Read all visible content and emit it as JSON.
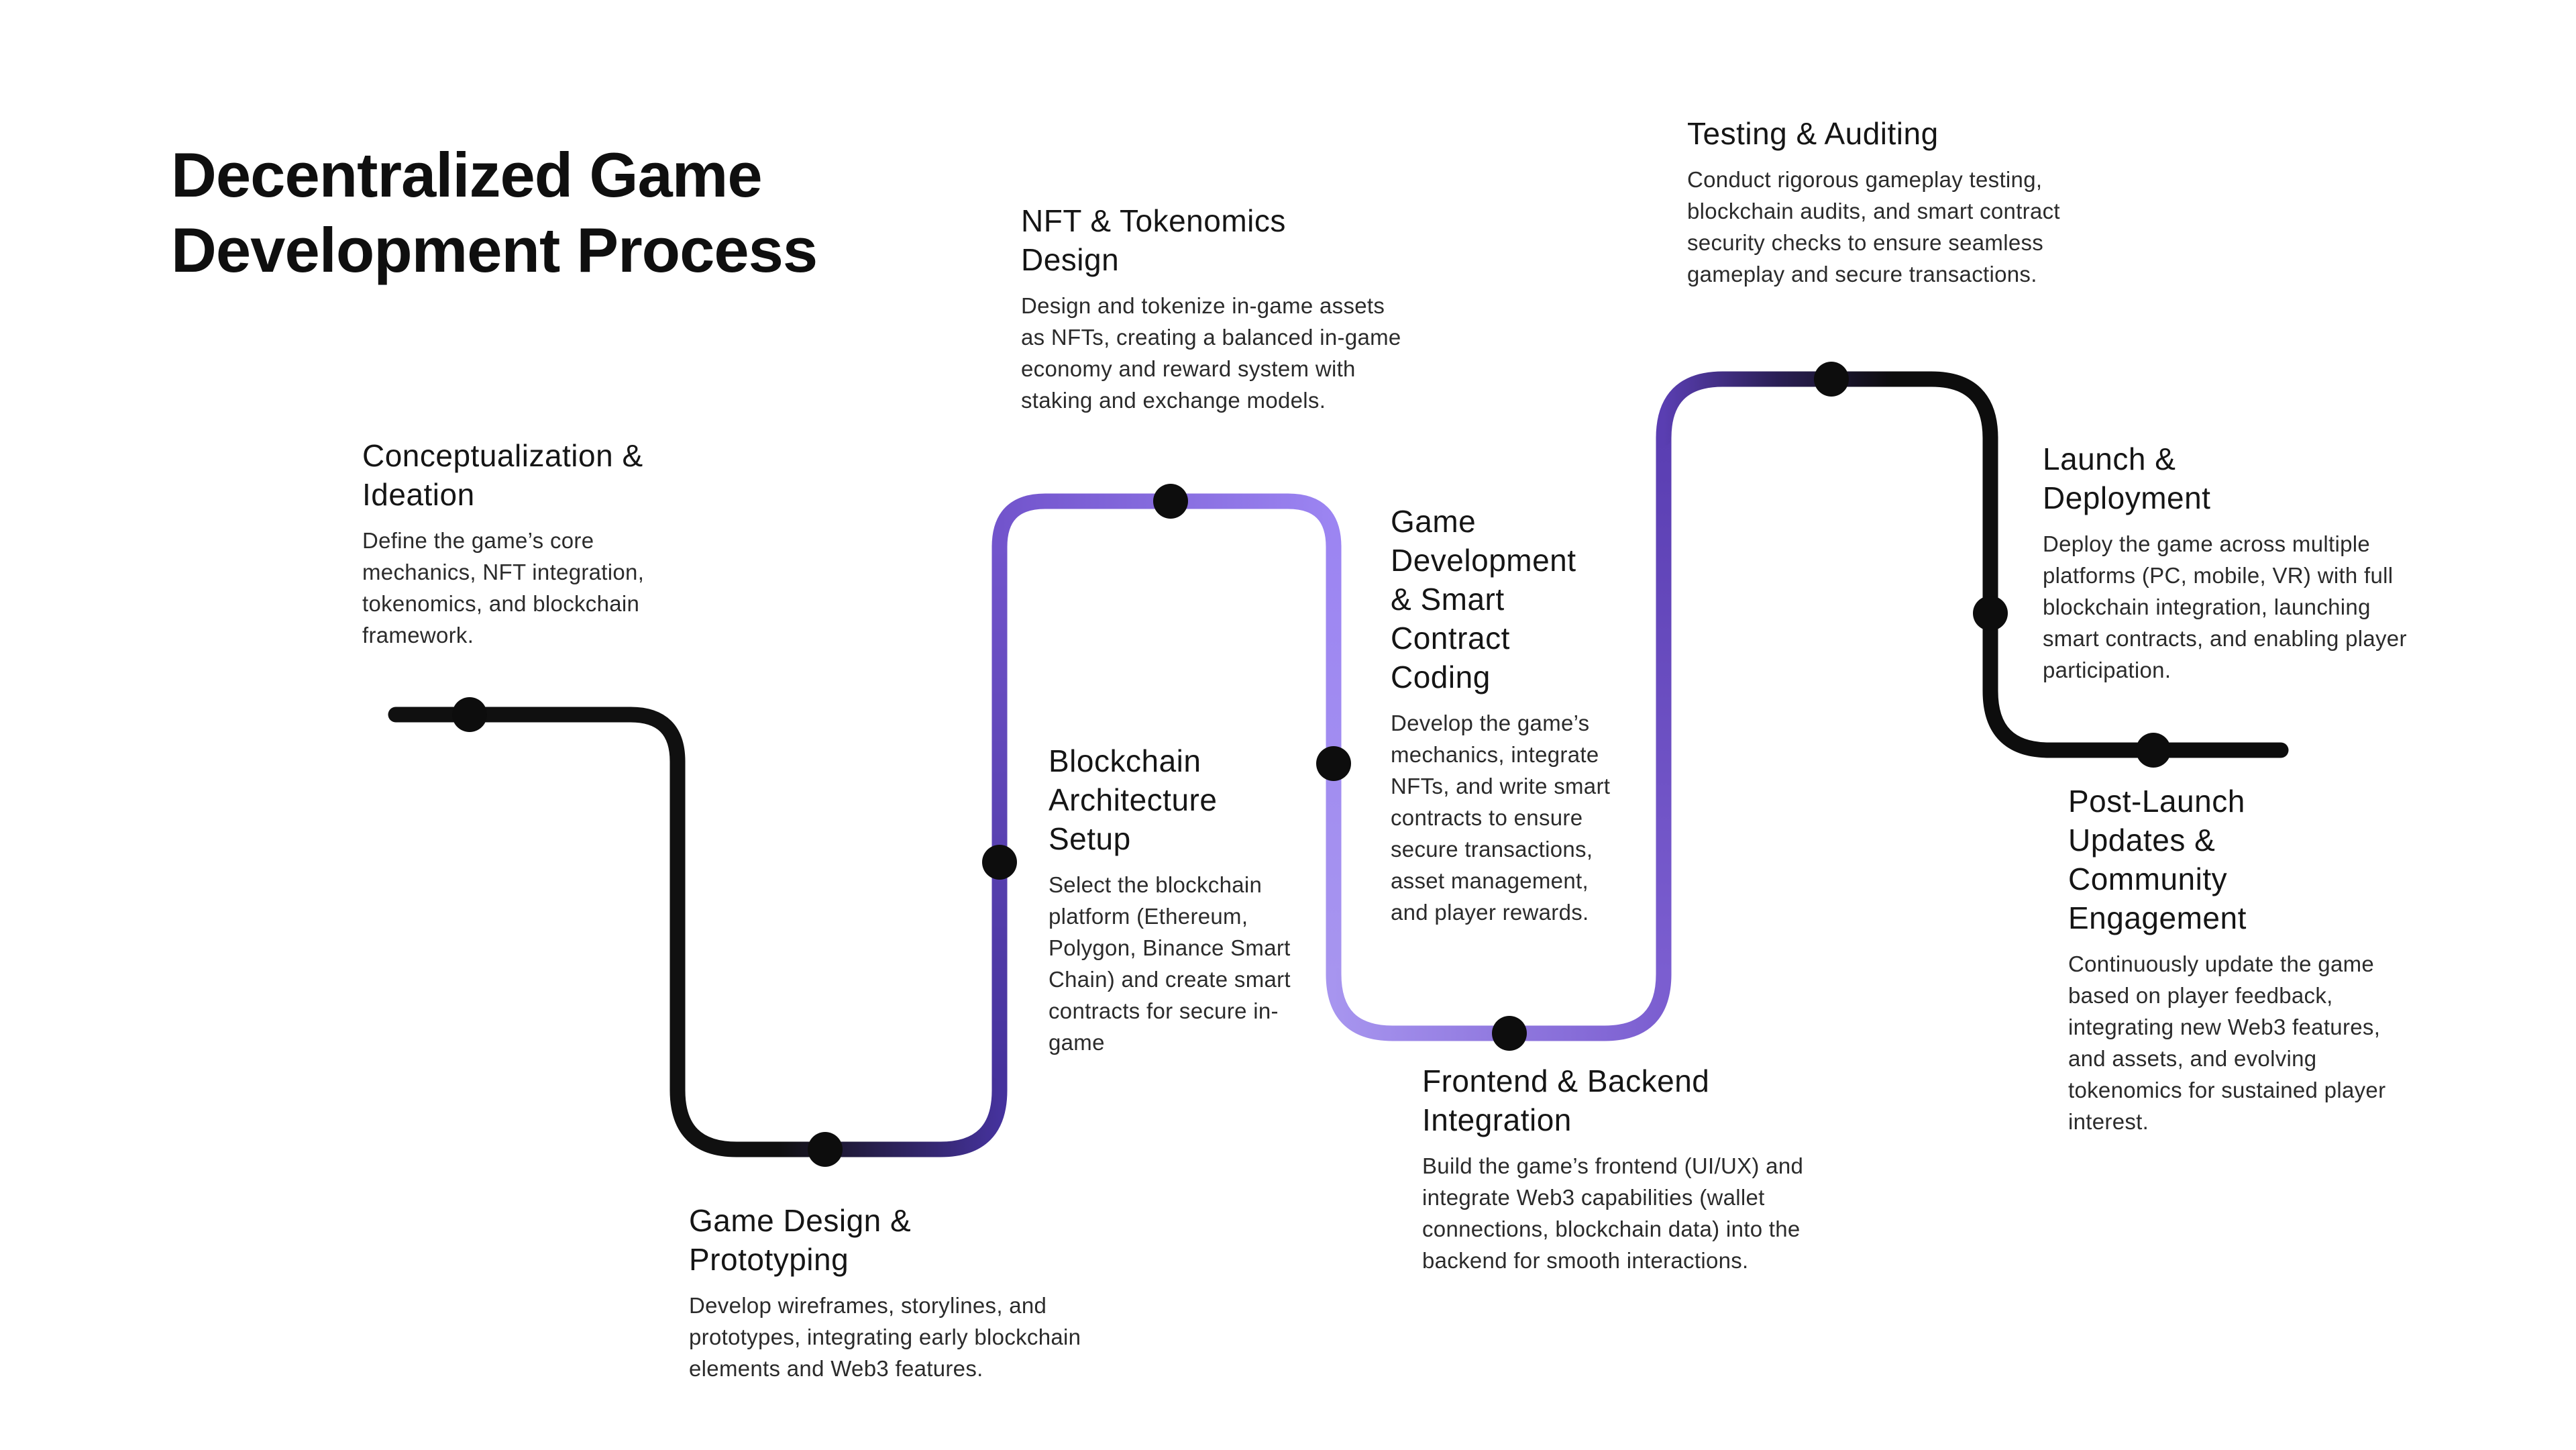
{
  "title": "Decentralized Game Development Process",
  "colors": {
    "background": "#ffffff",
    "path_black": "#101010",
    "path_purple_dark": "#45329c",
    "path_purple_mid": "#7254cc",
    "path_purple_light": "#a795ef",
    "dot_color": "#0d0d0d",
    "title_text": "#0f0f0f",
    "body_text": "#2b2b2b"
  },
  "stages": [
    {
      "title": "Conceptualization & Ideation",
      "description": "Define the game’s core mechanics, NFT integration, tokenomics, and blockchain framework."
    },
    {
      "title": "Game Design & Prototyping",
      "description": "Develop wireframes, storylines, and prototypes, integrating early blockchain elements and Web3 features."
    },
    {
      "title": "Blockchain Architecture Setup",
      "description": "Select the blockchain platform (Ethereum, Polygon, Binance Smart Chain) and create smart contracts for secure in-game"
    },
    {
      "title": "NFT & Tokenomics Design",
      "description": "Design and tokenize in-game assets as NFTs, creating a balanced in-game economy and reward system with staking and exchange models."
    },
    {
      "title": "Game Development & Smart Contract Coding",
      "description": "Develop the game’s mechanics, integrate NFTs, and write smart contracts to ensure secure transactions, asset management, and player rewards."
    },
    {
      "title": "Frontend & Backend Integration",
      "description": "Build the game’s frontend (UI/UX) and integrate Web3 capabilities (wallet connections, blockchain data) into the backend for smooth interactions."
    },
    {
      "title": "Testing & Auditing",
      "description": "Conduct rigorous gameplay testing, blockchain audits, and smart contract security checks to ensure seamless gameplay and secure transactions."
    },
    {
      "title": "Launch & Deployment",
      "description": "Deploy the game across multiple platforms (PC, mobile, VR) with full blockchain integration, launching smart contracts, and enabling player participation."
    },
    {
      "title": "Post-Launch Updates & Community Engagement",
      "description": "Continuously update the game based on player feedback, integrating new Web3 features, and assets, and evolving tokenomics for sustained player interest."
    }
  ]
}
